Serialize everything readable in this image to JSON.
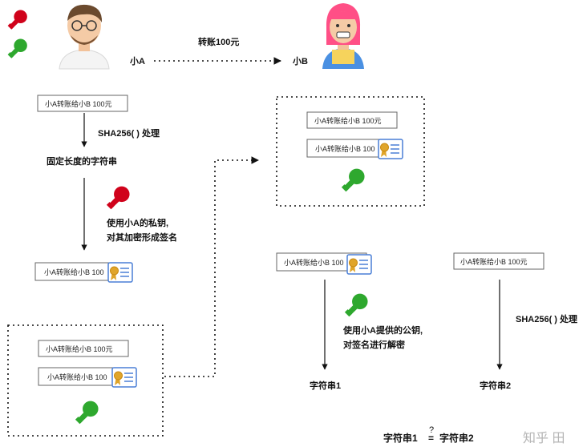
{
  "colors": {
    "private_key": "#d0021b",
    "public_key": "#2ea82e",
    "cert_border": "#4a7fd6",
    "medal": "#e0a52b",
    "person_a_shirt": "#f4f4f4",
    "person_b_hair": "#ff4f86",
    "person_b_overalls": "#4a90e2"
  },
  "icons": {
    "private_key": "red-key-icon",
    "public_key": "green-key-icon",
    "certificate": "certificate-icon",
    "person_a": "person-a-avatar",
    "person_b": "person-b-avatar"
  },
  "header": {
    "person_a": "小A",
    "person_b": "小B",
    "transfer": "转账100元"
  },
  "message": "小A转账给小B 100元",
  "message_truncated": "小A转账给小B 100",
  "signing": {
    "hash_step": "SHA256( ) 处理",
    "fixed_length": "固定长度的字符串",
    "sign_line1": "使用小A的私钥,",
    "sign_line2": "对其加密形成签名"
  },
  "verify": {
    "decrypt_line1": "使用小A提供的公钥,",
    "decrypt_line2": "对签名进行解密",
    "hash_step": "SHA256( ) 处理",
    "string1": "字符串1",
    "string2": "字符串2",
    "compare_left": "字符串1",
    "compare_q": "?",
    "compare_eq": "=",
    "compare_right": "字符串2"
  },
  "watermark": "知乎 田"
}
